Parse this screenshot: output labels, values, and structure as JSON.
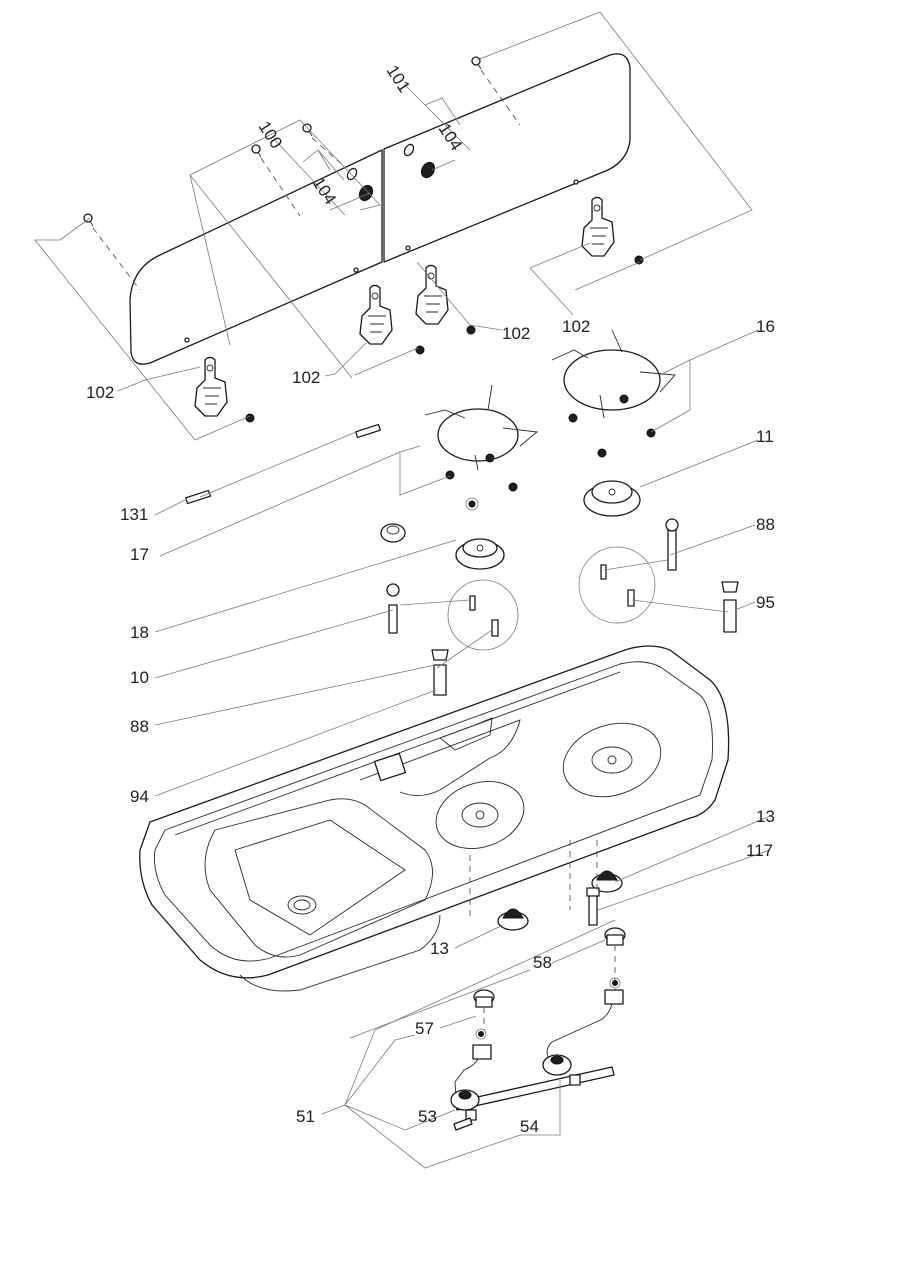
{
  "diagram": {
    "type": "exploded-parts-view",
    "subject": "sink and two-burner hob combination with split glass lid",
    "callouts": {
      "c100": "100",
      "c101": "101",
      "c104a": "104",
      "c104b": "104",
      "c102a": "102",
      "c102b": "102",
      "c102c": "102",
      "c102d": "102",
      "c16": "16",
      "c11": "11",
      "c131": "131",
      "c17": "17",
      "c18": "18",
      "c88a": "88",
      "c88b": "88",
      "c10": "10",
      "c95": "95",
      "c94": "94",
      "c13a": "13",
      "c13b": "13",
      "c117": "117",
      "c58": "58",
      "c57": "57",
      "c51": "51",
      "c53": "53",
      "c54": "54"
    }
  }
}
